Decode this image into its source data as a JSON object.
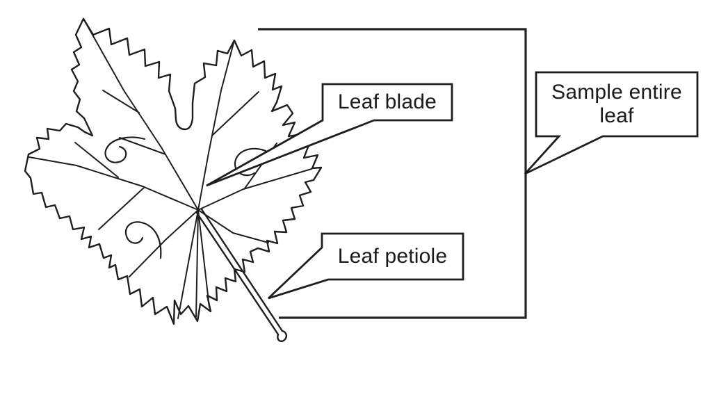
{
  "diagram": {
    "subject": "leaf-parts-diagram",
    "labels": {
      "blade": "Leaf blade",
      "petiole": "Leaf petiole",
      "sample": "Sample entire leaf"
    },
    "colors": {
      "line": "#1e1e1e",
      "background": "#ffffff"
    }
  }
}
